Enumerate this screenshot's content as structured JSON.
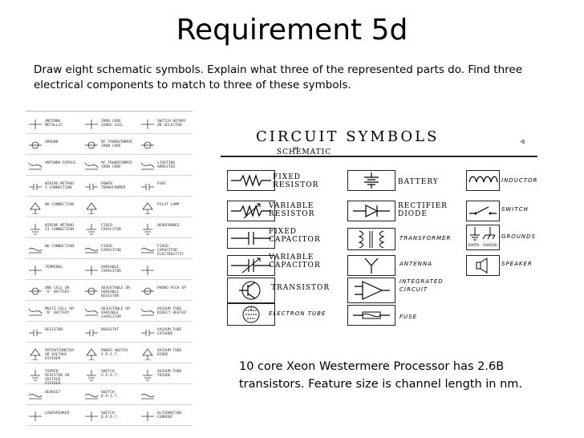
{
  "slide": {
    "title": "Requirement 5d",
    "instructions": "Draw eight schematic symbols. Explain what three of the represented parts do. Find three electrical components to match to three of these symbols.",
    "note": "10 core Xeon Westermere Processor has 2.6B transistors.  Feature size is channel length in nm."
  },
  "left_chart": {
    "col1": [
      "ANTENNA METALLIC",
      "GROUND",
      "ANTENNA DIPOLE",
      "WIRING METHOD I CONNECTION",
      "NO CONNECTION",
      "WIRING METHOD II CONNECTION",
      "NO CONNECTION",
      "TERMINAL",
      "ONE CELL OR 'A' BATTERY",
      "MULTI-CELL OR 'B' BATTERY",
      "RESISTOR",
      "POTENTIOMETER OR VOLTAGE DIVIDER",
      "TAPPED RESISTOR OR VOLTAGE DIVIDER",
      "HEADSET",
      "LOUDSPEAKER"
    ],
    "col2": [
      "IRON CORE CHOKE COIL",
      "RF TRANSFORMER IRON CORE",
      "AF TRANSFORMER IRON CORE",
      "POWER TRANSFORMER",
      "",
      "FIXED CAPACITOR",
      "FIXED CAPACITOR",
      "VARIABLE CAPACITOR",
      "ADJUSTABLE OR VARIABLE RESISTOR",
      "ADJUSTABLE OR VARIABLE CAPACITOR",
      "RHEOSTAT",
      "POWER SWITCH S.P.S.T.",
      "SWITCH S.P.D.T.",
      "SWITCH D.P.S.T.",
      "SWITCH D.P.D.T."
    ],
    "col3": [
      "SWITCH ROTARY OR SELECTOR",
      "",
      "LIGHTING ARRESTER",
      "FUSE",
      "PILOT LAMP",
      "HEADPHONES",
      "FIXED CAPACITOR ELECTROLYTIC",
      "",
      "PHONO PICK UP",
      "VACUUM TUBE DIRECT HEATER",
      "VACUUM TUBE CATHODE",
      "VACUUM TUBE DIODE",
      "VACUUM TUBE TRIODE",
      "",
      "ALTERNATING CURRENT"
    ]
  },
  "right_chart": {
    "title": "CIRCUIT  SYMBOLS",
    "or": "or",
    "subtitle": "SCHEMATIC",
    "mark": "-6",
    "col1_labels": [
      "FIXED RESISTOR",
      "VARIABLE RESISTOR",
      "FIXED CAPACITOR",
      "VARIABLE CAPACITOR",
      "TRANSISTOR",
      "ELECTRON TUBE"
    ],
    "col2_labels": [
      "BATTERY",
      "RECTIFIER DIODE",
      "TRANSFORMER",
      "ANTENNA",
      "INTEGRATED CIRCUIT",
      "FUSE"
    ],
    "col3_labels": [
      "INDUCTOR",
      "SWITCH",
      "GROUNDS",
      "SPEAKER"
    ],
    "ground_sublabels": [
      "EARTH",
      "CHASSIS"
    ]
  }
}
